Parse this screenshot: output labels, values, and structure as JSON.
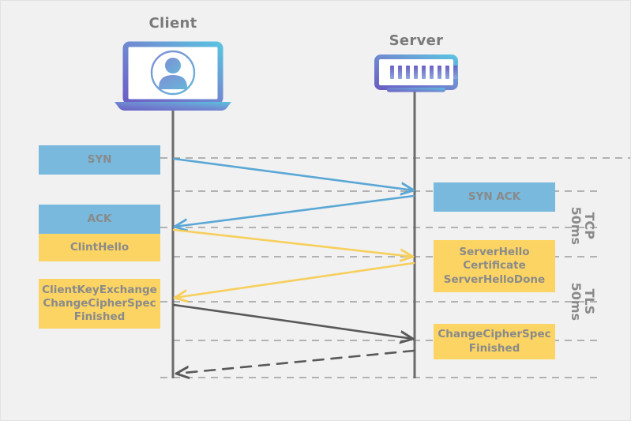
{
  "diagram": {
    "background_color": "#f1f1f1",
    "blue_color": "#78b9dd",
    "yellow_color": "#fbd463",
    "text_color": "#8a8a8a",
    "gray_line_color": "#6b6b6b",
    "dash_color": "#8c8c8c"
  },
  "nodes": {
    "client": {
      "title": "Client",
      "icon": "laptop-user-icon"
    },
    "server": {
      "title": "Server",
      "icon": "server-rack-icon"
    }
  },
  "client_messages": [
    {
      "id": "syn",
      "color": "blue",
      "lines": [
        "SYN"
      ]
    },
    {
      "id": "ack",
      "color": "blue",
      "lines": [
        "ACK"
      ]
    },
    {
      "id": "client-hello",
      "color": "yellow",
      "lines": [
        "ClintHello"
      ]
    },
    {
      "id": "client-key-exchange",
      "color": "yellow",
      "lines": [
        "ClientKeyExchange",
        "ChangeCipherSpec",
        "Finished"
      ]
    }
  ],
  "server_messages": [
    {
      "id": "syn-ack",
      "color": "blue",
      "lines": [
        "SYN ACK"
      ]
    },
    {
      "id": "server-hello",
      "color": "yellow",
      "lines": [
        "ServerHello",
        "Certificate",
        "ServerHelloDone"
      ]
    },
    {
      "id": "server-change-cipher",
      "color": "yellow",
      "lines": [
        "ChangeCipherSpec",
        "Finished"
      ]
    }
  ],
  "phases": [
    {
      "id": "tcp",
      "name": "TCP",
      "time": "50ms"
    },
    {
      "id": "tls",
      "name": "TLS",
      "time": "50ms"
    }
  ]
}
